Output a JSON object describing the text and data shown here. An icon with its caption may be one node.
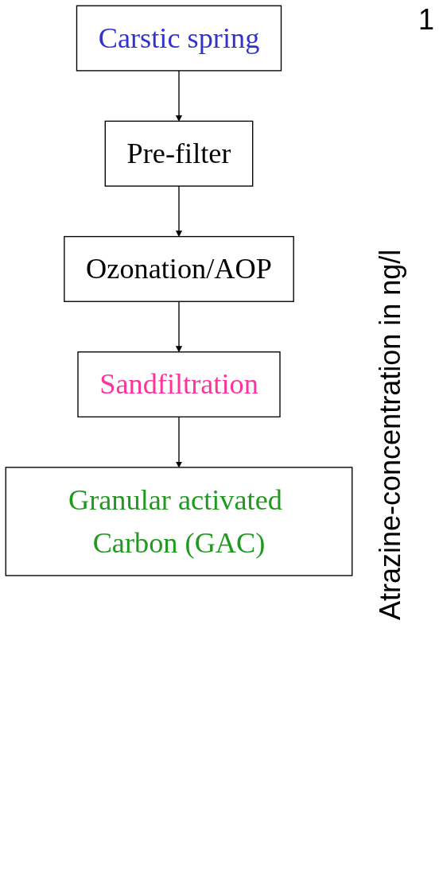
{
  "diagram": {
    "nodes": [
      {
        "text": [
          "Carstic spring"
        ]
      },
      {
        "text": [
          "Pre-filter"
        ]
      },
      {
        "text": [
          "Ozonation/AOP"
        ]
      },
      {
        "text": [
          "Sandfiltration"
        ]
      },
      {
        "text": [
          "Granular activated Carbon (GAC)"
        ]
      }
    ],
    "edges": [
      {
        "from": 0,
        "to": 1,
        "arrow": "to"
      },
      {
        "from": 1,
        "to": 2,
        "arrow": "to"
      },
      {
        "from": 2,
        "to": 3,
        "arrow": "to"
      },
      {
        "from": 3,
        "to": 4,
        "arrow": "to"
      }
    ],
    "labels": [
      "1",
      "Atrazine-concentration in ng/l"
    ]
  }
}
